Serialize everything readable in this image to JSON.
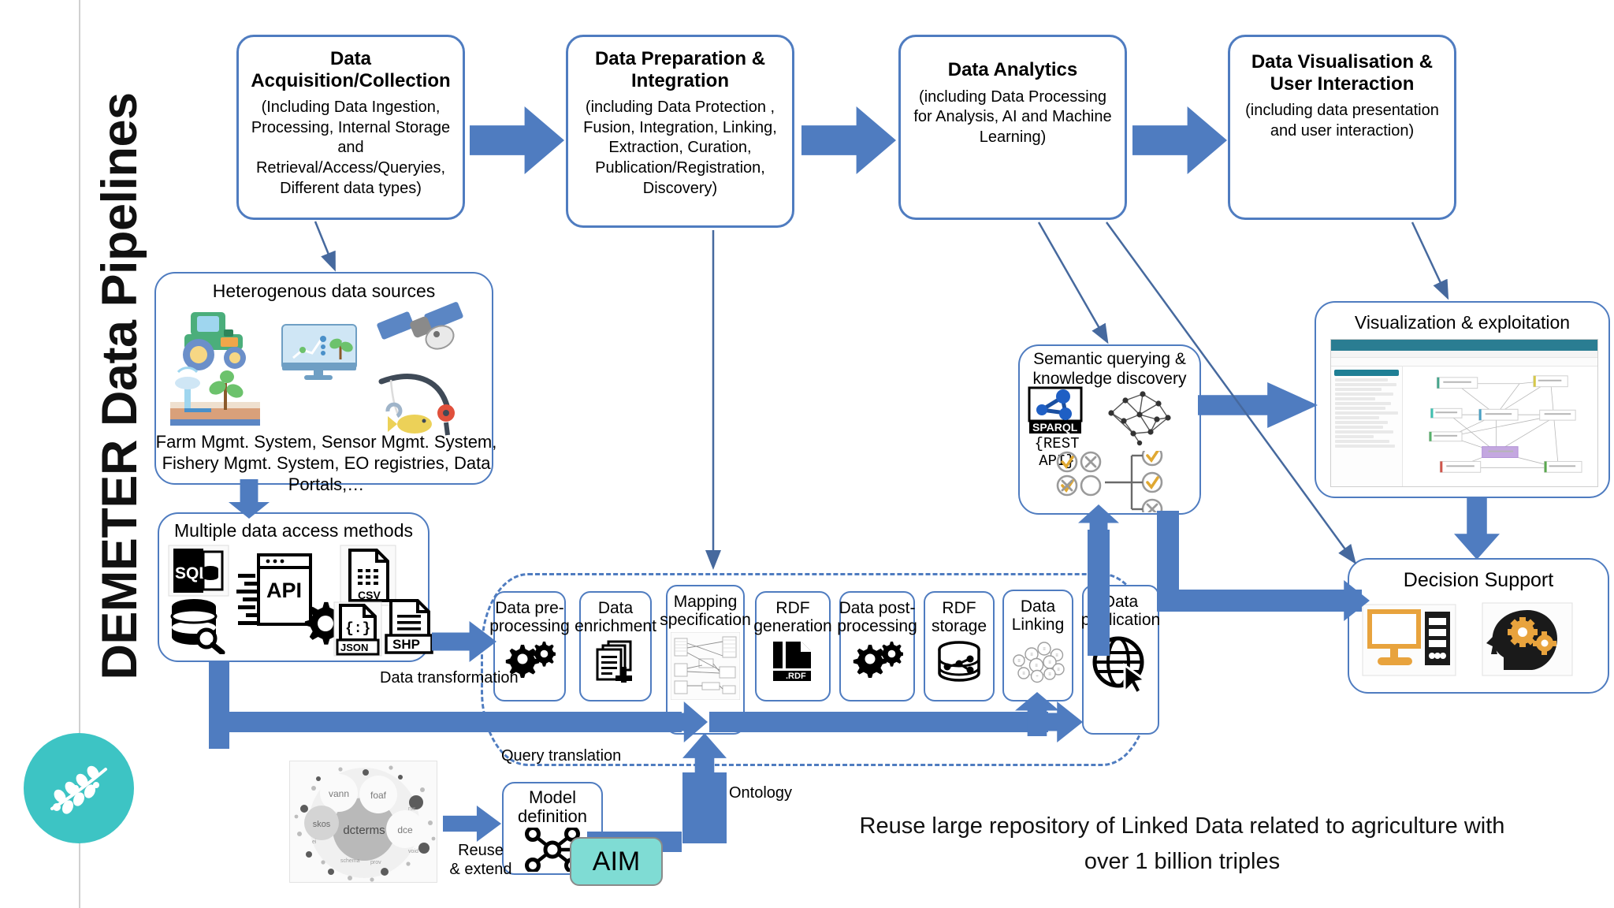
{
  "side_title": "DEMETER Data Pipelines",
  "logo": "wheat-leaf-logo",
  "stages": [
    {
      "title": "Data\nAcquisition/Collection",
      "subtitle": "(Including Data Ingestion, Processing, Internal Storage and Retrieval/Access/Queryies, Different data types)"
    },
    {
      "title": "Data Preparation & Integration",
      "subtitle": "(including Data Protection , Fusion, Integration, Linking, Extraction, Curation, Publication/Registration, Discovery)"
    },
    {
      "title": "Data Analytics",
      "subtitle": "(including Data Processing for Analysis, AI and Machine Learning)"
    },
    {
      "title": "Data Visualisation & User Interaction",
      "subtitle": "(including data presentation and user interaction)"
    }
  ],
  "sources_box": {
    "title": "Heterogenous data sources",
    "footer": "Farm Mgmt. System, Sensor Mgmt. System, Fishery Mgmt. System, EO registries, Data Portals,…",
    "icons": [
      "tractor-icon",
      "monitor-chart-icon",
      "satellite-icon",
      "soil-sensor-icon",
      "fishing-rod-icon"
    ]
  },
  "access_box": {
    "title": "Multiple data access methods",
    "icons": [
      "sql-door-icon",
      "database-search-icon",
      "api-window-icon",
      "gear-icon",
      "csv-file-icon",
      "json-file-icon",
      "shp-file-icon"
    ]
  },
  "pipeline_steps": [
    {
      "label": "Data pre-processing",
      "icon": "gears-icon"
    },
    {
      "label": "Data enrichment",
      "icon": "documents-icon"
    },
    {
      "label": "Mapping specification",
      "icon": "mapping-diagram-icon"
    },
    {
      "label": "RDF generation",
      "icon": "rdf-file-icon"
    },
    {
      "label": "Data post-processing",
      "icon": "gears-icon"
    },
    {
      "label": "RDF storage",
      "icon": "database-graph-icon"
    },
    {
      "label": "Data Linking",
      "icon": "linked-bubbles-icon"
    },
    {
      "label": "Data publication",
      "icon": "globe-cursor-icon"
    }
  ],
  "labels": {
    "data_transformation": "Data transformation",
    "query_translation": "Query translation",
    "ontology": "Ontology",
    "reuse_extend": "Reuse\n& extend"
  },
  "semantic_box": {
    "title": "Semantic querying & knowledge discovery",
    "sparql_label": "SPARQL",
    "rest_api_label": "{REST API}",
    "icons": [
      "sparql-logo-icon",
      "knowledge-graph-icon",
      "check-cross-icon"
    ]
  },
  "visualization_box": {
    "title": "Visualization & exploitation",
    "icon": "graph-explorer-screenshot"
  },
  "decision_box": {
    "title": "Decision Support",
    "icons": [
      "desktop-computer-icon",
      "head-gears-icon"
    ]
  },
  "model_box": {
    "label": "Model definition",
    "icon": "node-graph-icon"
  },
  "aim_chip": "AIM",
  "vocab_cloud": {
    "icon": "vocabulary-bubble-cloud",
    "terms": [
      "vann",
      "foaf",
      "skos",
      "dcterms",
      "dce"
    ]
  },
  "note": "Reuse large repository of Linked Data related to agriculture with over 1 billion triples",
  "colors": {
    "arrow_blue": "#4f7cc0",
    "box_border": "#4f7cc0",
    "aim_teal": "#7fdcd4",
    "logo_teal": "#3dc4c4",
    "orange": "#e8a33d"
  }
}
